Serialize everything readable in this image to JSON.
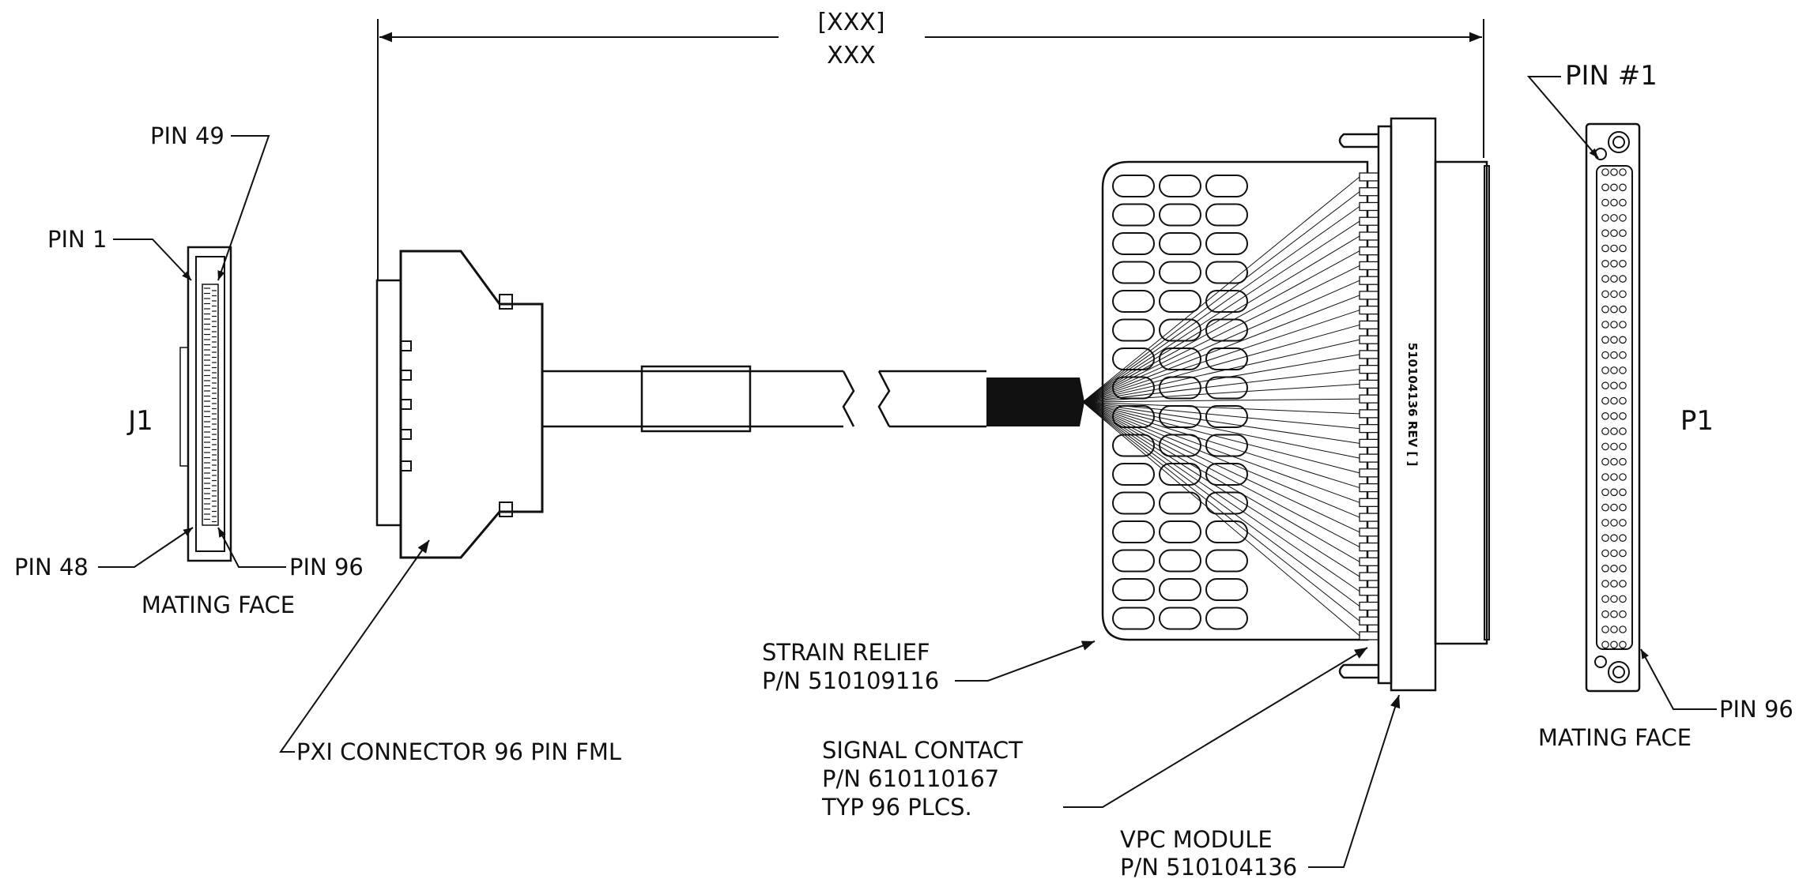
{
  "dimension": {
    "bracket": "[XXX]",
    "value": "XXX"
  },
  "j1": {
    "title": "J1",
    "pin_1": "PIN 1",
    "pin_49": "PIN 49",
    "pin_48": "PIN 48",
    "pin_96": "PIN 96",
    "face": "MATING FACE"
  },
  "p1": {
    "title": "P1",
    "pin_1": "PIN #1",
    "pin_96": "PIN 96",
    "face": "MATING FACE"
  },
  "pxi_connector": "PXI CONNECTOR 96 PIN FML",
  "strain_relief": {
    "line1": "STRAIN RELIEF",
    "line2": "P/N 510109116"
  },
  "signal_contact": {
    "line1": "SIGNAL CONTACT",
    "line2": "P/N 610110167",
    "line3": "TYP 96 PLCS."
  },
  "vpc_module": {
    "line1": "VPC MODULE",
    "line2": "P/N 510104136"
  },
  "module_marking": "510104136 REV [ ]",
  "colors": {
    "line": "#111111",
    "background": "#ffffff"
  }
}
